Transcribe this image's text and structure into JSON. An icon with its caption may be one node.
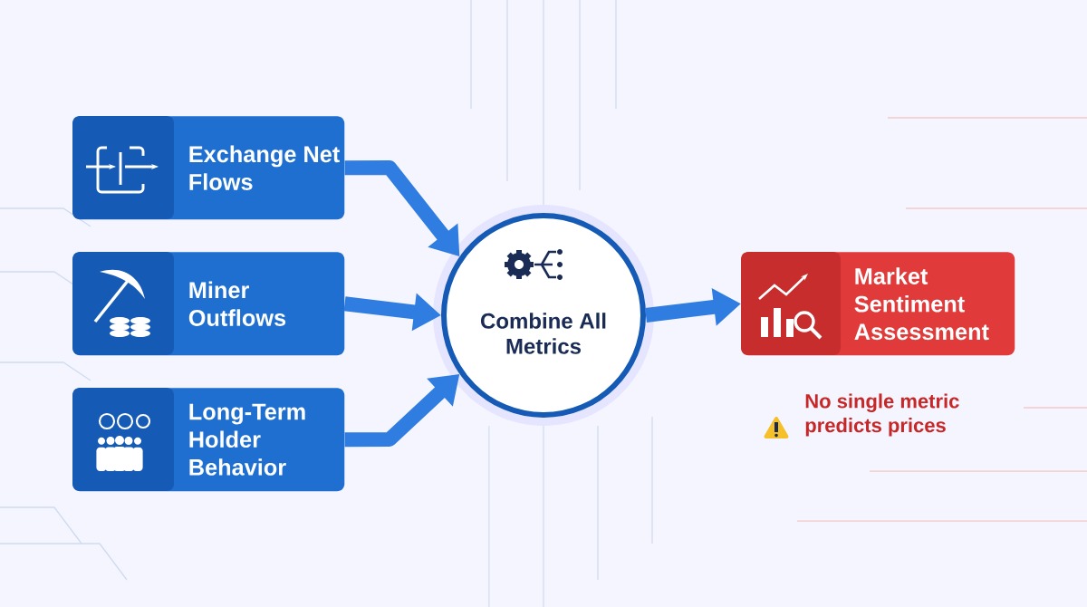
{
  "diagram": {
    "nodes": [
      {
        "text": [
          "Exchange Net Flows"
        ]
      },
      {
        "text": [
          "Miner Outflows"
        ]
      },
      {
        "text": [
          "Long-Term Holder Behavior"
        ]
      },
      {
        "text": [
          "Combine All Metrics"
        ]
      },
      {
        "text": [
          "Market Sentiment Assessment"
        ]
      }
    ],
    "edges": [
      {
        "from": 0,
        "to": 3,
        "arrow": "to"
      },
      {
        "from": 1,
        "to": 3,
        "arrow": "to"
      },
      {
        "from": 2,
        "to": 3,
        "arrow": "to"
      },
      {
        "from": 3,
        "to": 4,
        "arrow": "to"
      }
    ],
    "labels": [
      "No single metric predicts prices"
    ]
  }
}
